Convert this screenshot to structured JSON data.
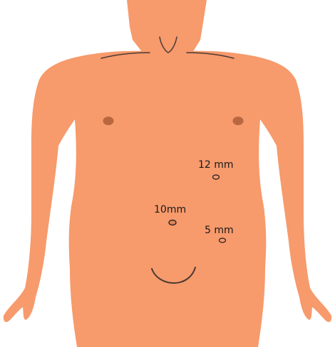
{
  "colors": {
    "skin": "#F79A6C",
    "outline": "#4A3A33",
    "nipple": "#B9673F",
    "background": "#FFFFFF"
  },
  "ports": [
    {
      "label": "12 mm"
    },
    {
      "label": "10mm"
    },
    {
      "label": "5 mm"
    }
  ]
}
